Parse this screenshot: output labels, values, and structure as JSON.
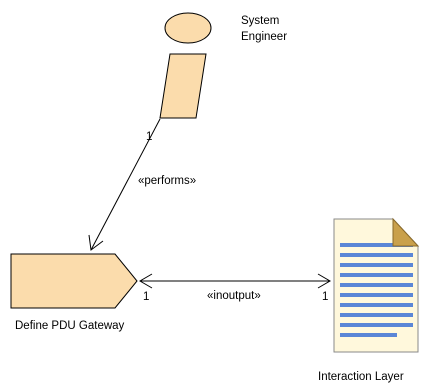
{
  "diagram": {
    "role": {
      "name_line1": "System",
      "name_line2": "Engineer",
      "icon": "process-role-icon",
      "multiplicity": "1"
    },
    "task": {
      "name": "Define PDU Gateway",
      "icon": "task-definition-icon",
      "multiplicity_inoutput": "1"
    },
    "work_product": {
      "name": "Interaction Layer",
      "icon": "document-icon",
      "multiplicity": "1"
    },
    "links": {
      "performs_label": "«performs»",
      "inoutput_label": "«inoutput»"
    },
    "colors": {
      "shape_fill": "#FBDCAC",
      "document_page": "#FFF8DC",
      "document_fold": "#C9A04B",
      "document_lines": "#5B86D6",
      "stroke": "#000000"
    }
  }
}
